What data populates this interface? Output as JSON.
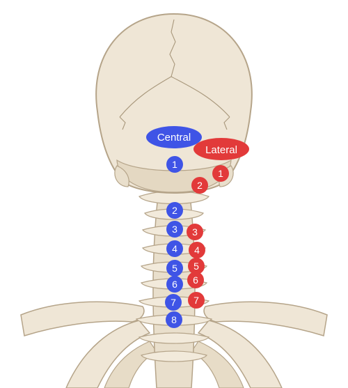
{
  "colors": {
    "central": "#3f54e6",
    "lateral": "#e23a3a",
    "bone_fill": "#efe6d6",
    "bone_stroke": "#b5a489",
    "bone_shadow": "#d9ccb4"
  },
  "labels": {
    "central": "Central",
    "lateral": "Lateral"
  },
  "central_points": [
    "1",
    "2",
    "3",
    "4",
    "5",
    "6",
    "7",
    "8"
  ],
  "lateral_points": [
    "1",
    "2",
    "3",
    "4",
    "5",
    "6",
    "7"
  ]
}
